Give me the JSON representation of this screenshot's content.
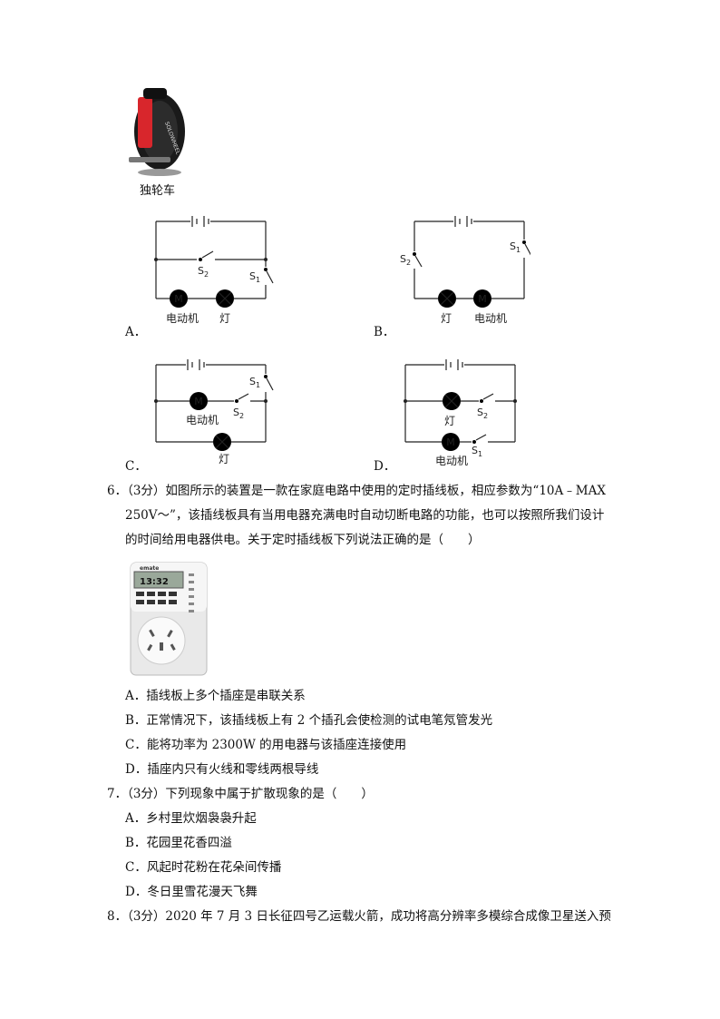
{
  "unicycle": {
    "caption": "独轮车",
    "brand_text": "SOLOWHEEL"
  },
  "circuits": {
    "motor_label": "电动机",
    "lamp_label": "灯",
    "s1_label": "S",
    "s1_sub": "1",
    "s2_label": "S",
    "s2_sub": "2",
    "motor_symbol": "M",
    "options": [
      "A．",
      "B．",
      "C．",
      "D．"
    ]
  },
  "q6": {
    "line1": "6．（3分）如图所示的装置是一款在家庭电路中使用的定时插线板，相应参数为“10A﹣MAX",
    "line2": "250V～”，该插线板具有当用电器充满电时自动切断电路的功能，也可以按照所我们设计",
    "line3": "的时间给用电器供电。关于定时插线板下列说法正确的是（　　）",
    "device_brand": "emate",
    "device_time": "13:32",
    "options": [
      "A．插线板上多个插座是串联关系",
      "B．正常情况下，该插线板上有 2 个插孔会使检测的试电笔氖管发光",
      "C．能将功率为 2300W 的用电器与该插座连接使用",
      "D．插座内只有火线和零线两根导线"
    ]
  },
  "q7": {
    "stem": "7．（3分）下列现象中属于扩散现象的是（　　）",
    "options": [
      "A．乡村里炊烟袅袅升起",
      "B．花园里花香四溢",
      "C．风起时花粉在花朵间传播",
      "D．冬日里雪花漫天飞舞"
    ]
  },
  "q8": {
    "line1": "8．（3分）2020 年 7 月 3 日长征四号乙运载火箭，成功将高分辨率多模综合成像卫星送入预"
  }
}
